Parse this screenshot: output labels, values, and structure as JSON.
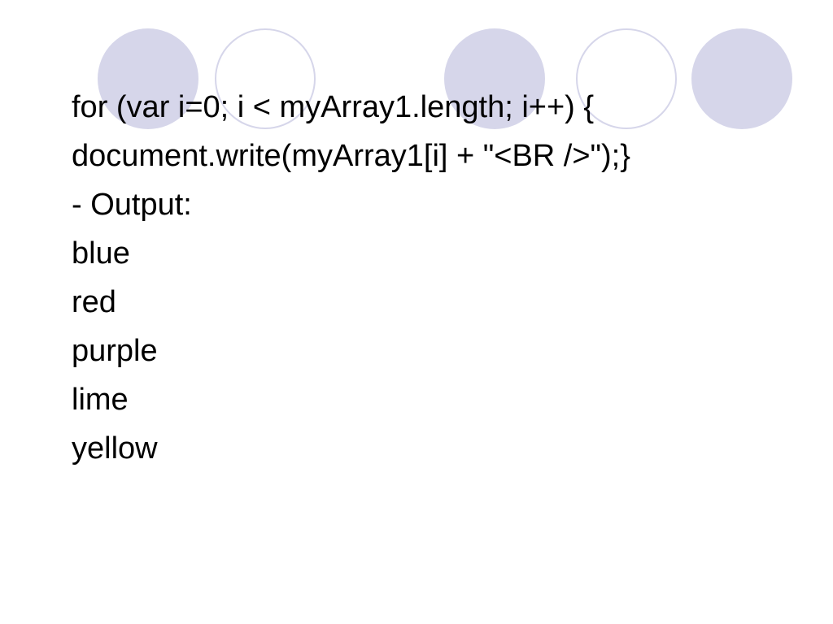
{
  "slide": {
    "lines": [
      "for (var i=0; i < myArray1.length; i++) {",
      "document.write(myArray1[i] + \"<BR />\");}",
      "- Output:",
      "blue",
      "red",
      "purple",
      "lime",
      "yellow"
    ]
  },
  "colors": {
    "circle": "#d6d6ea",
    "text": "#000000",
    "background": "#ffffff"
  }
}
